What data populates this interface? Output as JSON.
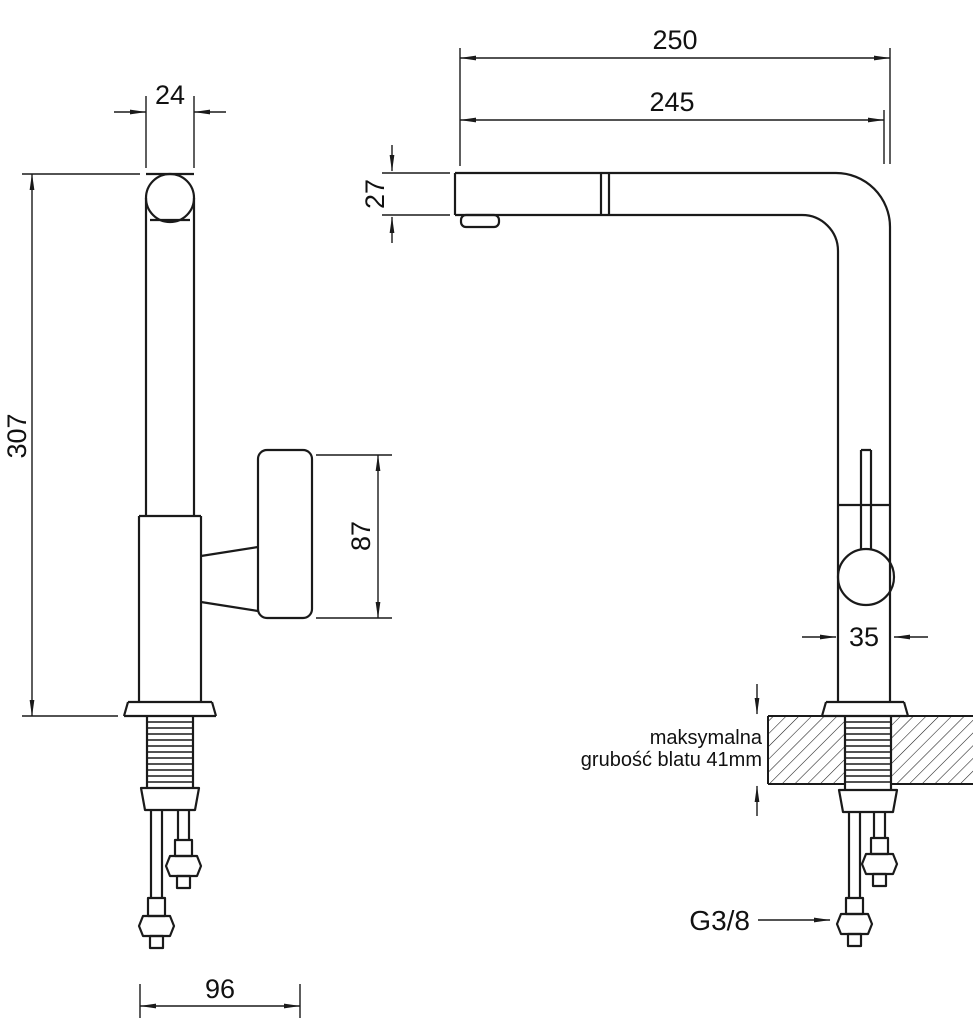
{
  "drawing": {
    "side_view": {
      "dim_top_width": "24",
      "dim_total_height": "307",
      "dim_handle_length": "87",
      "dim_base_depth": "96"
    },
    "front_view": {
      "dim_overall_width": "250",
      "dim_spout_reach": "245",
      "dim_spout_height": "27",
      "dim_body_width": "35"
    },
    "annotations": {
      "counter_note_line1": "maksymalna",
      "counter_note_line2": "grubość blatu 41mm",
      "thread_size": "G3/8"
    }
  }
}
